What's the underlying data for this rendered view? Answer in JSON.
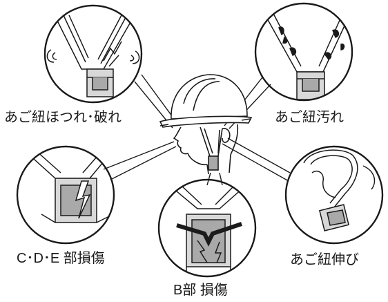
{
  "labels": {
    "fray": "あご紐ほつれ･破れ",
    "dirt": "あご紐汚れ",
    "cde_damage": "C･D･E 部損傷",
    "stretch": "あご紐伸び",
    "b_damage": "B部 損傷"
  },
  "colors": {
    "line": "#1a1a1a",
    "strap_fill": "#d8d8d8",
    "buckle_fill": "#a9a9a9",
    "background": "#ffffff"
  }
}
